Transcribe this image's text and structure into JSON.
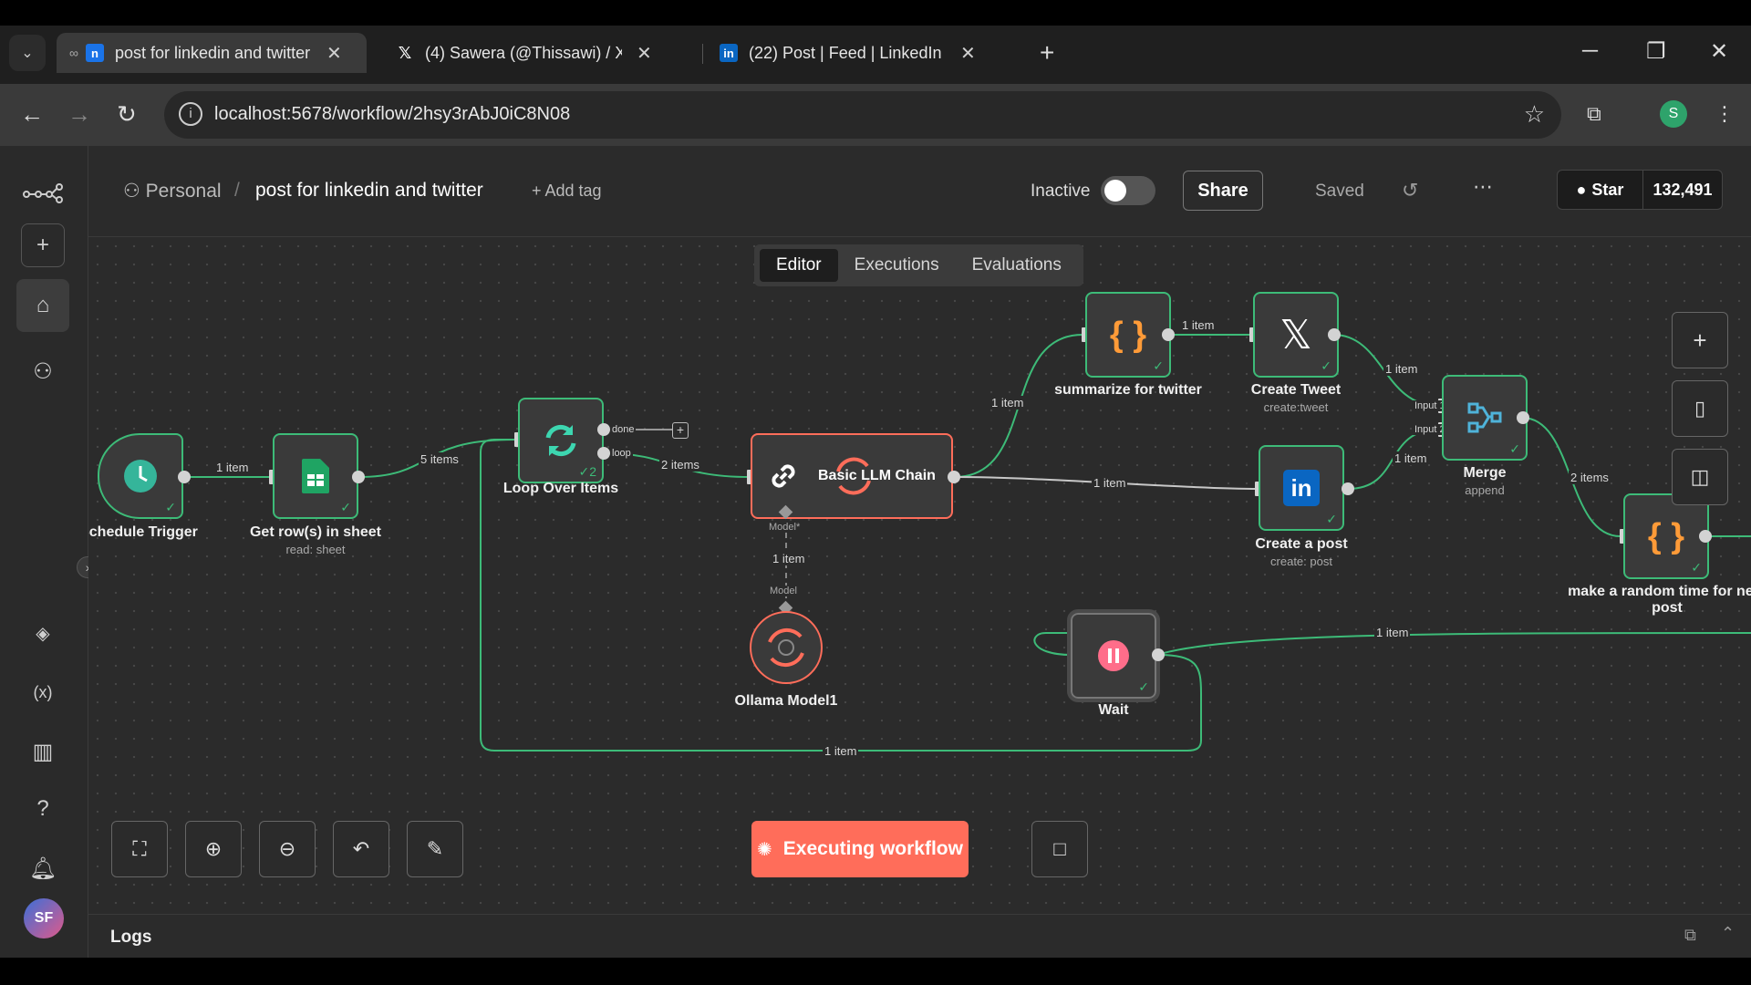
{
  "browser": {
    "tabs": [
      {
        "title": "post for linkedin and twitter",
        "active": true
      },
      {
        "title": "(4) Sawera (@Thissawi) / X",
        "active": false
      },
      {
        "title": "(22) Post | Feed | LinkedIn",
        "active": false
      }
    ],
    "url": "localhost:5678/workflow/2hsy3rAbJ0iC8N08",
    "profile_initial": "S"
  },
  "header": {
    "owner": "Personal",
    "separator": "/",
    "workflow_name": "post for linkedin and twitter",
    "add_tag": "+ Add tag",
    "status_label": "Inactive",
    "share": "Share",
    "saved": "Saved",
    "github_star": "Star",
    "github_count": "132,491"
  },
  "view_tabs": [
    "Editor",
    "Executions",
    "Evaluations"
  ],
  "nodes": {
    "schedule": {
      "label": "Schedule Trigger"
    },
    "sheet": {
      "label": "Get row(s) in sheet",
      "sub": "read: sheet"
    },
    "loop": {
      "label": "Loop Over Items",
      "badge": "2",
      "done": "done",
      "loop": "loop"
    },
    "llm": {
      "label": "Basic LLM Chain",
      "port_label": "Model*"
    },
    "ollama": {
      "label": "Ollama Model1",
      "port_label": "Model"
    },
    "summarize": {
      "label": "summarize for twitter"
    },
    "tweet": {
      "label": "Create Tweet",
      "sub": "create:tweet"
    },
    "linkedin": {
      "label": "Create a post",
      "sub": "create: post"
    },
    "merge": {
      "label": "Merge",
      "sub": "append",
      "in1": "Input 1",
      "in2": "Input 2"
    },
    "random": {
      "label": "make a random time for next post"
    },
    "wait": {
      "label": "Wait"
    }
  },
  "edges": {
    "e1": "1 item",
    "e2": "5 items",
    "e3": "2 items",
    "e4": "1 item",
    "e5": "1 item",
    "e6": "1 item",
    "e7": "1 item",
    "e8": "1 item",
    "e9": "2 items",
    "e10": "1 item",
    "e11": "1 item",
    "e12": "1 item"
  },
  "actions": {
    "execute": "Executing workflow"
  },
  "logs": {
    "label": "Logs"
  },
  "sidebar": {
    "avatar": "SF"
  },
  "colors": {
    "accent": "#ff6d5a",
    "success": "#3dbb78",
    "canvas": "#2b2b2b"
  }
}
